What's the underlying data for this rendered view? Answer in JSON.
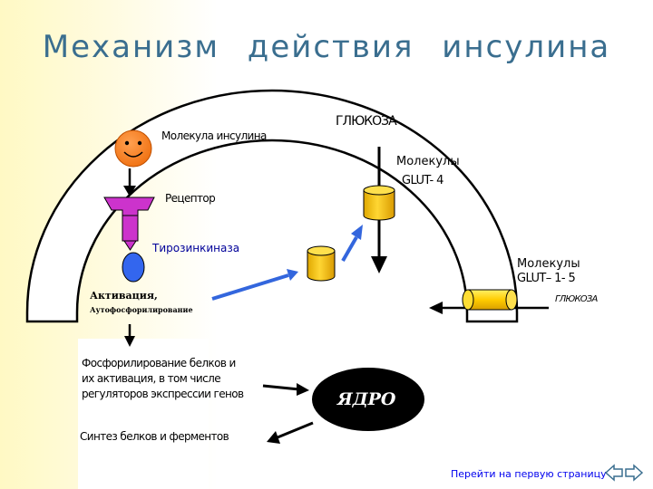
{
  "title": "Механизм   действия   инсулина",
  "labels": {
    "insulin_molecule": "Молекула инсулина",
    "receptor": "Рецептор",
    "tyrosine_kinase": "Тирозинкиназа",
    "activation_line1": "Активация,",
    "activation_line2": "Аутофосфорилирование",
    "glucose_top": "ГЛЮКОЗА",
    "glut4_line1": "Молекулы",
    "glut4_line2": "GLUT- 4",
    "glut15_line1": "Молекулы",
    "glut15_line2": "GLUT– 1- 5",
    "glucose_right": "ГЛЮКОЗА",
    "phosphorylation_line1": "Фосфорилирование белков и",
    "phosphorylation_line2": "их активация, в  том  числе",
    "phosphorylation_line3": "регуляторов экспрессии генов",
    "nucleus": "ЯДРО",
    "synthesis": "Синтез  белков  и ферментов"
  },
  "navigation": {
    "first_page_link": "Перейти на первую страницу",
    "prev_icon": "arrow-left-icon",
    "next_icon": "arrow-right-icon"
  },
  "colors": {
    "title": "#3a6e8f",
    "insulin": "#ff7a1a",
    "receptor": "#cc33cc",
    "kinase": "#3366ee",
    "kinase_label": "#000099",
    "glut": "#ffcc00",
    "blue_arrow": "#3366dd"
  }
}
